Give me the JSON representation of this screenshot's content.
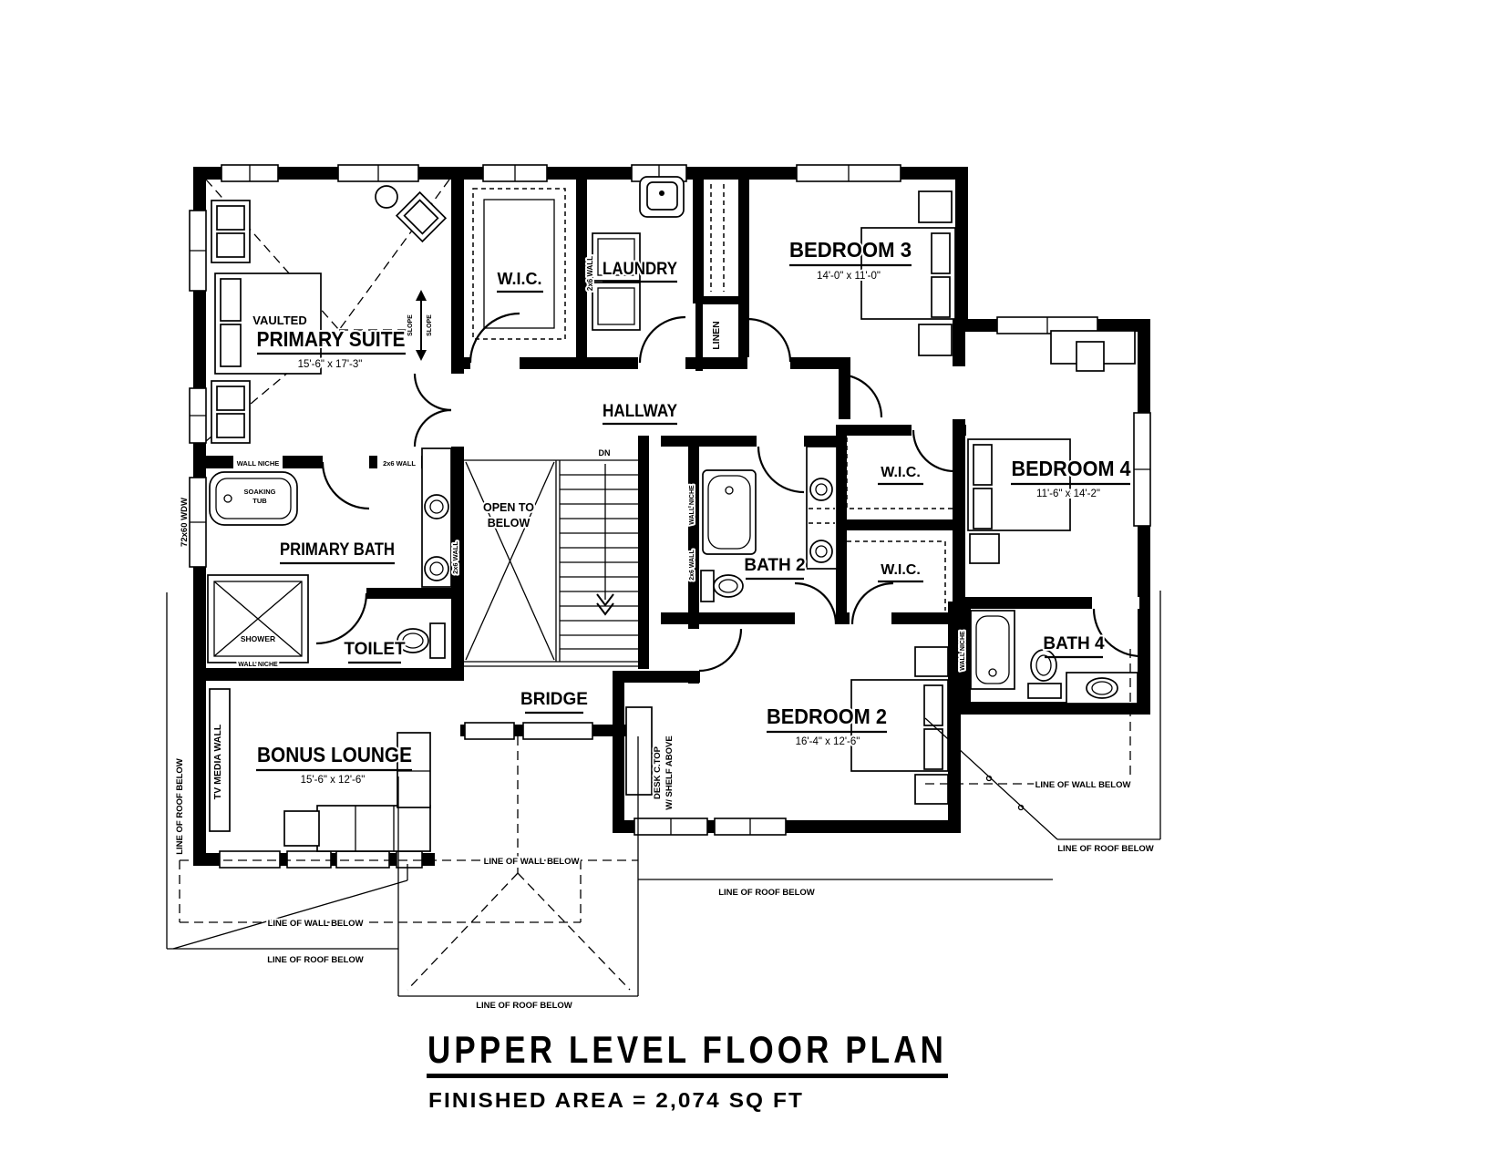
{
  "title": {
    "line1": "UPPER LEVEL FLOOR PLAN",
    "line2": "FINISHED AREA =  2,074 SQ FT"
  },
  "rooms": {
    "primary_suite": {
      "tag": "VAULTED",
      "name": "PRIMARY SUITE",
      "dims": "15'-6\" x 17'-3\""
    },
    "wic": {
      "name": "W.I.C."
    },
    "laundry": {
      "name": "LAUNDRY"
    },
    "linen": {
      "name": "LINEN"
    },
    "bedroom3": {
      "name": "BEDROOM 3",
      "dims": "14'-0\" x 11'-0\""
    },
    "hallway": {
      "name": "HALLWAY"
    },
    "open_to_below": {
      "line1": "OPEN TO",
      "line2": "BELOW"
    },
    "primary_bath": {
      "name": "PRIMARY BATH"
    },
    "toilet": {
      "name": "TOILET"
    },
    "bridge": {
      "name": "BRIDGE"
    },
    "bonus_lounge": {
      "name": "BONUS LOUNGE",
      "dims": "15'-6\" x 12'-6\""
    },
    "bath2": {
      "name": "BATH 2"
    },
    "bedroom2": {
      "name": "BEDROOM 2",
      "dims": "16'-4\" x 12'-6\""
    },
    "bedroom4": {
      "name": "BEDROOM 4",
      "dims": "11'-6\" x 14'-2\""
    },
    "bath4": {
      "name": "BATH 4"
    }
  },
  "fixtures": {
    "soaking_tub_line1": "SOAKING",
    "soaking_tub_line2": "TUB",
    "shower": "SHOWER"
  },
  "annotations": {
    "dn": "DN",
    "slope": "SLOPE",
    "wall_2x6": "2x6 WALL",
    "wall_niche": "WALL NICHE",
    "wdw": "72x60 WDW",
    "tv_media_wall": "TV MEDIA WALL",
    "desk_line1": "DESK C.TOP",
    "desk_line2": "W/ SHELF ABOVE",
    "line_of_wall_below": "LINE OF WALL BELOW",
    "line_of_roof_below": "LINE OF ROOF BELOW"
  }
}
